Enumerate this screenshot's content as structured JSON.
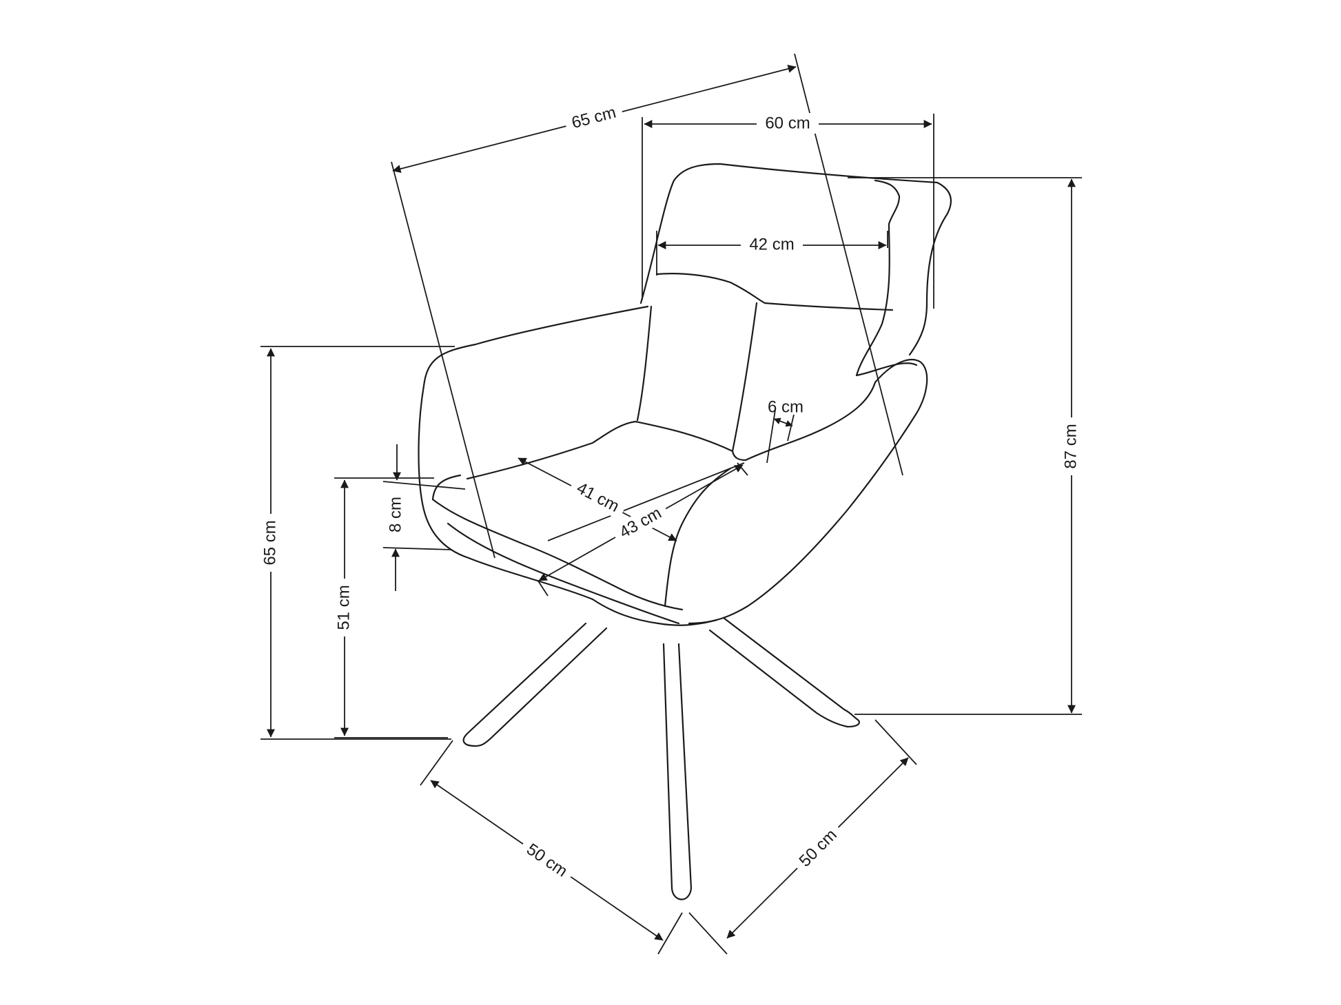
{
  "colors": {
    "line": "#1a1a1a",
    "background": "#ffffff"
  },
  "dimensions": {
    "overall_depth": "65 cm",
    "overall_width": "60 cm",
    "backrest_width": "42 cm",
    "total_height": "87 cm",
    "armrest_height": "65 cm",
    "seat_height": "51 cm",
    "seat_thickness": "8 cm",
    "armrest_thickness": "6 cm",
    "seat_depth": "41 cm",
    "seat_width": "43 cm",
    "base_left": "50 cm",
    "base_right": "50 cm"
  }
}
